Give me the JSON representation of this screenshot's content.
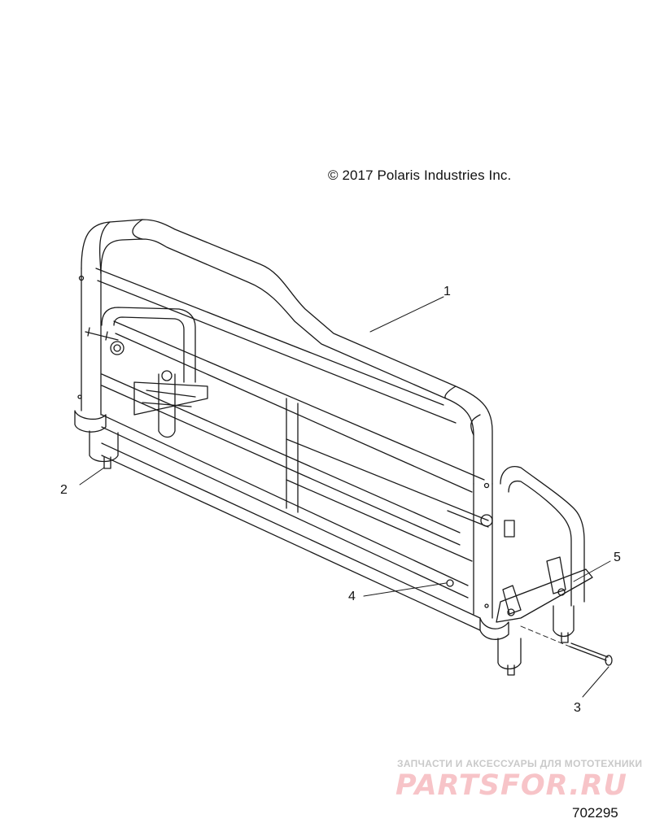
{
  "copyright": "© 2017 Polaris Industries Inc.",
  "callouts": [
    {
      "label": "1",
      "part": "rail-assembly"
    },
    {
      "label": "2",
      "part": "left-post"
    },
    {
      "label": "3",
      "part": "pin"
    },
    {
      "label": "4",
      "part": "nut"
    },
    {
      "label": "5",
      "part": "bracket"
    }
  ],
  "watermark": {
    "top_text": "ЗАПЧАСТИ И АКСЕССУАРЫ ДЛЯ МОТОТЕХНИКИ",
    "logo_text": "PARTSFOR.RU"
  },
  "figure_number": "702295",
  "colors": {
    "line": "#1a1a1a",
    "watermark_logo": "#f7c4c8",
    "watermark_text": "#c9c9c9"
  }
}
